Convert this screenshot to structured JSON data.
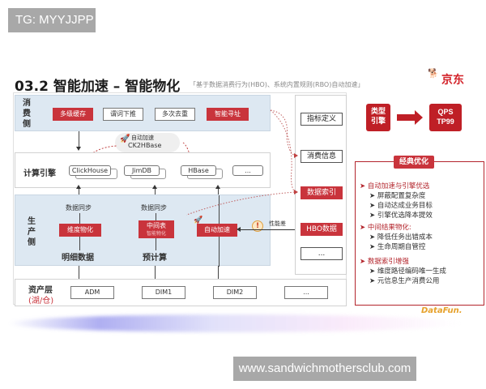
{
  "watermarks": {
    "top": "TG: MYYJJPP",
    "bottom": "www.sandwichmothersclub.com"
  },
  "header": {
    "title": "03.2  智能加速 – 智能物化",
    "subtitle": "「基于数据消费行为(HBO)、系统内置规则(RBO)自动加速」",
    "logo": "京东",
    "logo_icon": "jd-dog-icon"
  },
  "consumer_layer": {
    "label": "消费侧",
    "items": [
      {
        "label": "多级缓存",
        "style": "red"
      },
      {
        "label": "谓词下推",
        "style": "white"
      },
      {
        "label": "多次去重",
        "style": "white"
      },
      {
        "label": "智能寻址",
        "style": "red"
      }
    ]
  },
  "auto_accel_bubble": {
    "line1": "自动加速",
    "line2": "CK2HBase",
    "icon": "rocket-icon"
  },
  "compute_layer": {
    "label": "计算引擎",
    "engines": [
      "ClickHouse",
      "JimDB",
      "HBase",
      "..."
    ]
  },
  "production_layer": {
    "label": "生产侧",
    "columns": [
      {
        "sync": "数据同步",
        "box": "维度物化",
        "box_sub": "",
        "bottom": "明细数据"
      },
      {
        "sync": "数据同步",
        "box": "中间表",
        "box_sub": "智能物化",
        "bottom": "预计算"
      },
      {
        "sync": "",
        "box": "自动加速",
        "box_sub": "",
        "bottom": ""
      }
    ],
    "warning": {
      "icon": "warning-icon",
      "label": "性能差"
    }
  },
  "asset_layer": {
    "label_line1": "资产层",
    "label_line2": "(湖/仓)",
    "items": [
      "ADM",
      "DIM1",
      "DIM2",
      "..."
    ]
  },
  "metadata_column": {
    "items": [
      {
        "label": "指标定义",
        "style": "white"
      },
      {
        "label": "消费信息",
        "style": "white"
      },
      {
        "label": "数据索引",
        "style": "red"
      },
      {
        "label": "HBO数据",
        "style": "red"
      },
      {
        "label": "...",
        "style": "white"
      }
    ]
  },
  "engine_flow": {
    "from_line1": "类型",
    "from_line2": "引擎",
    "to_line1": "QPS",
    "to_line2": "TP99"
  },
  "classic_opt": {
    "title": "经典优化",
    "sections": [
      {
        "heading": "自动加速与引擎优选",
        "items": [
          "屏蔽配置复杂度",
          "自动达成业务目标",
          "引擎优选降本提效"
        ]
      },
      {
        "heading": "中间结果物化:",
        "items": [
          "降低任务出错成本",
          "生命周期自管控"
        ]
      },
      {
        "heading": "数据索引增强",
        "items": [
          "维度路径编码唯一生成",
          "元信息生产消费公用"
        ]
      }
    ]
  },
  "footer": {
    "brand": "DataFun."
  }
}
